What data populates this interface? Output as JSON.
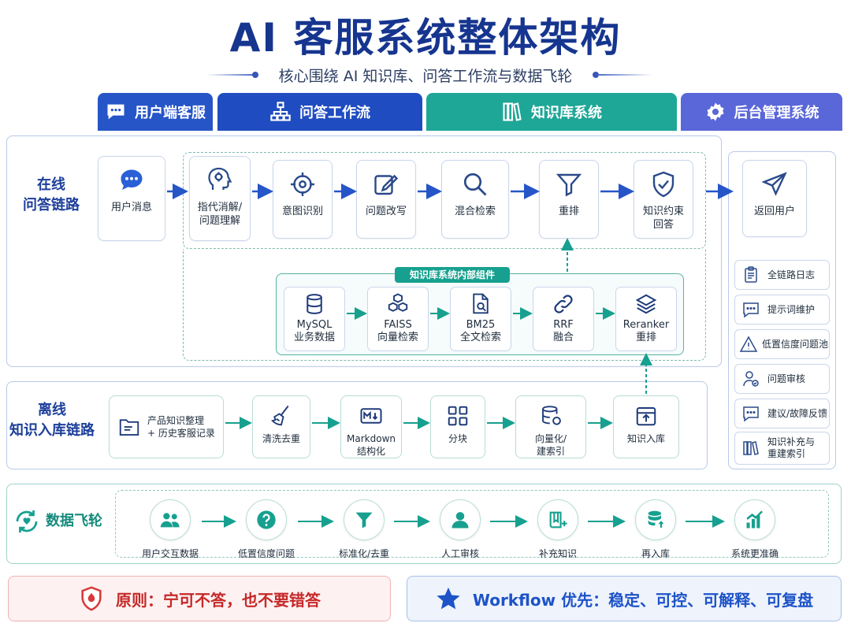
{
  "title": "AI 客服系统整体架构",
  "subtitle": "核心围绕 AI 知识库、问答工作流与数据飞轮",
  "headers": {
    "user_service": "用户端客服",
    "workflow": "问答工作流",
    "kb_system": "知识库系统",
    "admin": "后台管理系统"
  },
  "online": {
    "label": "在线\n问答链路",
    "nodes": [
      "用户消息",
      "指代消解/\n问题理解",
      "意图识别",
      "问题改写",
      "混合检索",
      "重排",
      "知识约束\n回答"
    ],
    "return": "返回用户"
  },
  "kb_internal": {
    "tag": "知识库系统内部组件",
    "items": [
      "MySQL\n业务数据",
      "FAISS\n向量检索",
      "BM25\n全文检索",
      "RRF\n融合",
      "Reranker\n重排"
    ]
  },
  "offline": {
    "label": "离线\n知识入库链路",
    "nodes": [
      "产品知识整理\n+ 历史客服记录",
      "清洗去重",
      "Markdown\n结构化",
      "分块",
      "向量化/\n建索引",
      "知识入库"
    ]
  },
  "admin_items": [
    "全链路日志",
    "提示词维护",
    "低置信度问题池",
    "问题审核",
    "建议/故障反馈",
    "知识补充与\n重建索引"
  ],
  "flywheel": {
    "label": "数据飞轮",
    "items": [
      "用户交互数据",
      "低置信度问题",
      "标准化/去重",
      "人工审核",
      "补充知识",
      "再入库",
      "系统更准确"
    ]
  },
  "principles": {
    "left": "原则：宁可不答，也不要错答",
    "right": "Workflow 优先：稳定、可控、可解释、可复盘"
  },
  "colors": {
    "title": "#16358f",
    "blue_header": "#2655c8",
    "blue_header_dark": "#1f4cc0",
    "teal_header": "#1ea696",
    "purple_header": "#5a67d8",
    "red": "#d83a3a",
    "blue": "#1e53c8",
    "teal": "#17a08f"
  }
}
